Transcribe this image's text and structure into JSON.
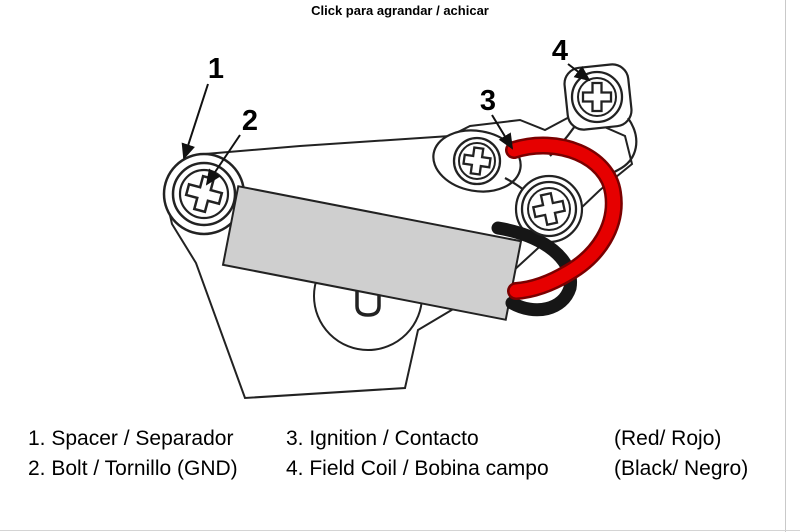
{
  "header": {
    "caption": "Click para agrandar / achicar"
  },
  "diagram": {
    "callouts": [
      "1",
      "2",
      "3",
      "4"
    ],
    "colors": {
      "line": "#222222",
      "component_gray": "#cfcfcf",
      "wire_red": "#e60000",
      "wire_red_outline": "#7a0000",
      "wire_black": "#161616"
    }
  },
  "legend": {
    "rows": [
      {
        "left": "1. Spacer / Separador",
        "middle": "3. Ignition / Contacto",
        "right": "(Red/ Rojo)"
      },
      {
        "left": "2. Bolt / Tornillo (GND)",
        "middle": "4. Field Coil / Bobina campo",
        "right": "(Black/ Negro)"
      }
    ]
  }
}
